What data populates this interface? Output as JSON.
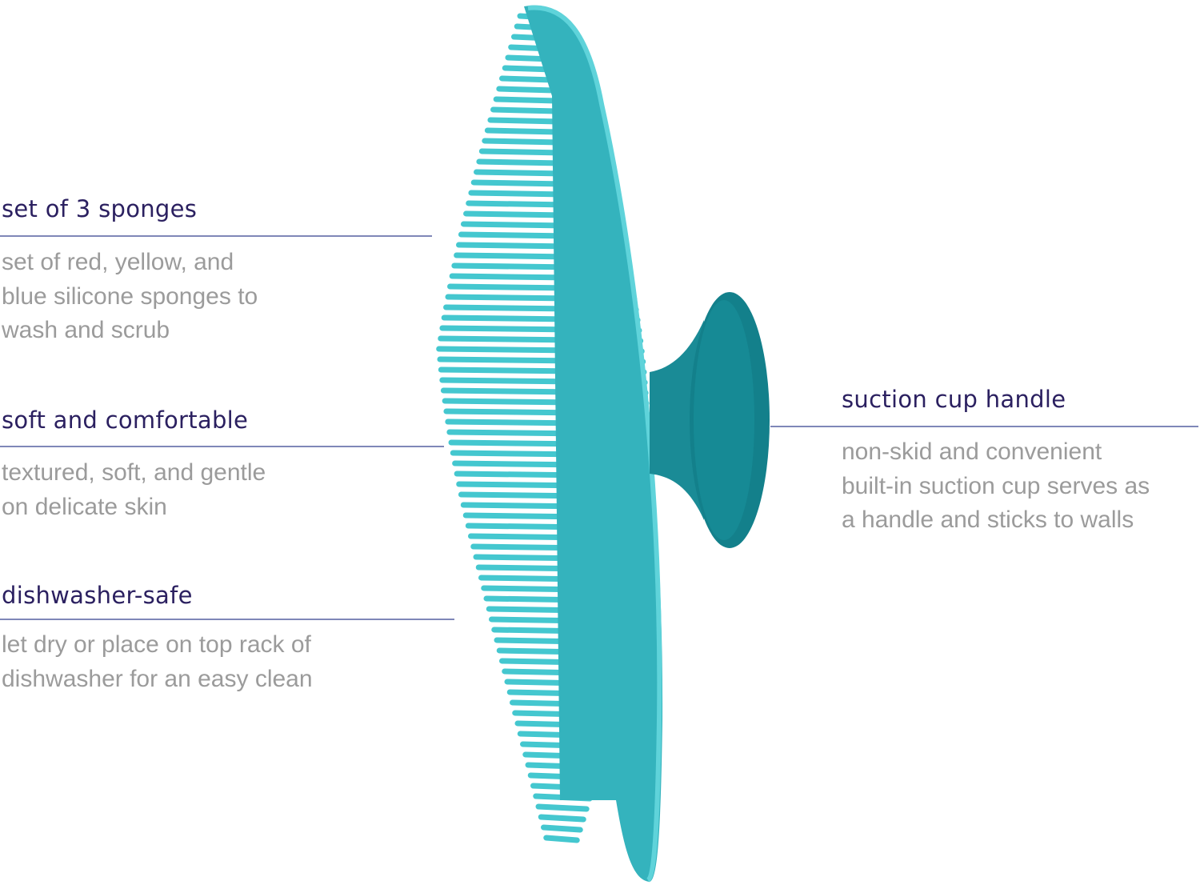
{
  "features_left": [
    {
      "title": "set of 3 sponges",
      "lines": [
        "set of red, yellow, and",
        "blue silicone sponges to",
        "wash and scrub"
      ]
    },
    {
      "title": "soft and comfortable",
      "lines": [
        "textured, soft, and gentle",
        "on delicate skin"
      ]
    },
    {
      "title": "dishwasher-safe",
      "lines": [
        "let dry or place on top rack of",
        "dishwasher for an easy clean"
      ]
    }
  ],
  "feature_right": {
    "title": "suction cup handle",
    "lines": [
      "non-skid and convenient",
      "built-in suction cup serves as",
      "a handle and sticks to walls"
    ]
  },
  "colors": {
    "heading": "#2b2060",
    "body_text": "#9b9b9b",
    "rule": "#7f87b8",
    "sponge": "#3cc0c9",
    "handle": "#13808b"
  }
}
